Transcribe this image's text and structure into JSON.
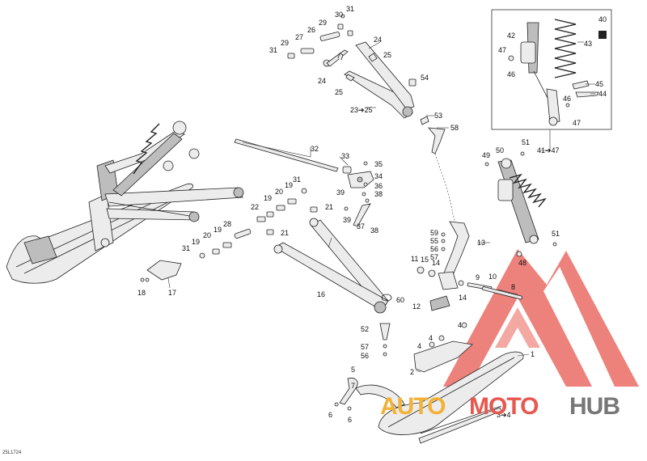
{
  "document": {
    "reference_code": "25L1724"
  },
  "watermark": {
    "brand_parts": [
      "AUTO",
      "MOTO",
      "HUB"
    ],
    "colors": {
      "logo": "#e8584f",
      "auto": "#f2b238",
      "moto": "#e8584f",
      "hub": "#777777"
    }
  },
  "callouts": [
    {
      "id": "c40",
      "text": "40"
    },
    {
      "id": "c42",
      "text": "42"
    },
    {
      "id": "c43",
      "text": "43"
    },
    {
      "id": "c47a",
      "text": "47"
    },
    {
      "id": "c46a",
      "text": "46"
    },
    {
      "id": "c45",
      "text": "45"
    },
    {
      "id": "c46b",
      "text": "46"
    },
    {
      "id": "c44",
      "text": "44"
    },
    {
      "id": "c47b",
      "text": "47"
    },
    {
      "id": "c31a",
      "text": "31"
    },
    {
      "id": "c30",
      "text": "30"
    },
    {
      "id": "c29a",
      "text": "29"
    },
    {
      "id": "c26",
      "text": "26"
    },
    {
      "id": "c27",
      "text": "27"
    },
    {
      "id": "c29b",
      "text": "29"
    },
    {
      "id": "c31b",
      "text": "31"
    },
    {
      "id": "c24a",
      "text": "24"
    },
    {
      "id": "c25a",
      "text": "25"
    },
    {
      "id": "c24b",
      "text": "24"
    },
    {
      "id": "c25b",
      "text": "25"
    },
    {
      "id": "c54",
      "text": "54"
    },
    {
      "id": "c2325",
      "text": "23➔25"
    },
    {
      "id": "c53",
      "text": "53"
    },
    {
      "id": "c58",
      "text": "58"
    },
    {
      "id": "c32",
      "text": "32"
    },
    {
      "id": "c33",
      "text": "33"
    },
    {
      "id": "c35",
      "text": "35"
    },
    {
      "id": "c34",
      "text": "34"
    },
    {
      "id": "c36",
      "text": "36"
    },
    {
      "id": "c39a",
      "text": "39"
    },
    {
      "id": "c38a",
      "text": "38"
    },
    {
      "id": "c39b",
      "text": "39"
    },
    {
      "id": "c37",
      "text": "37"
    },
    {
      "id": "c38b",
      "text": "38"
    },
    {
      "id": "c31c",
      "text": "31"
    },
    {
      "id": "c19a",
      "text": "19"
    },
    {
      "id": "c20a",
      "text": "20"
    },
    {
      "id": "c19b",
      "text": "19"
    },
    {
      "id": "c22",
      "text": "22"
    },
    {
      "id": "c21a",
      "text": "21"
    },
    {
      "id": "c28",
      "text": "28"
    },
    {
      "id": "c19c",
      "text": "19"
    },
    {
      "id": "c20b",
      "text": "20"
    },
    {
      "id": "c19d",
      "text": "19"
    },
    {
      "id": "c31d",
      "text": "31"
    },
    {
      "id": "c21b",
      "text": "21"
    },
    {
      "id": "c16",
      "text": "16"
    },
    {
      "id": "c60",
      "text": "60"
    },
    {
      "id": "c52",
      "text": "52"
    },
    {
      "id": "c57",
      "text": "57"
    },
    {
      "id": "c56a",
      "text": "56"
    },
    {
      "id": "c18",
      "text": "18"
    },
    {
      "id": "c17",
      "text": "17"
    },
    {
      "id": "c4147",
      "text": "41➔47"
    },
    {
      "id": "c49",
      "text": "49"
    },
    {
      "id": "c50",
      "text": "50"
    },
    {
      "id": "c51a",
      "text": "51"
    },
    {
      "id": "c51b",
      "text": "51"
    },
    {
      "id": "c48",
      "text": "48"
    },
    {
      "id": "c59",
      "text": "59"
    },
    {
      "id": "c55",
      "text": "55"
    },
    {
      "id": "c56b",
      "text": "56"
    },
    {
      "id": "c57b",
      "text": "57"
    },
    {
      "id": "c13",
      "text": "13"
    },
    {
      "id": "c11",
      "text": "11"
    },
    {
      "id": "c15",
      "text": "15"
    },
    {
      "id": "c14a",
      "text": "14"
    },
    {
      "id": "c9",
      "text": "9"
    },
    {
      "id": "c10",
      "text": "10"
    },
    {
      "id": "c8",
      "text": "8"
    },
    {
      "id": "c14b",
      "text": "14"
    },
    {
      "id": "c12",
      "text": "12"
    },
    {
      "id": "c4a",
      "text": "4"
    },
    {
      "id": "c4b",
      "text": "4"
    },
    {
      "id": "c4c",
      "text": "4"
    },
    {
      "id": "c1",
      "text": "1"
    },
    {
      "id": "c2",
      "text": "2"
    },
    {
      "id": "c5",
      "text": "5"
    },
    {
      "id": "c7",
      "text": "7"
    },
    {
      "id": "c6a",
      "text": "6"
    },
    {
      "id": "c6b",
      "text": "6"
    },
    {
      "id": "c34b",
      "text": "3➔4"
    }
  ]
}
